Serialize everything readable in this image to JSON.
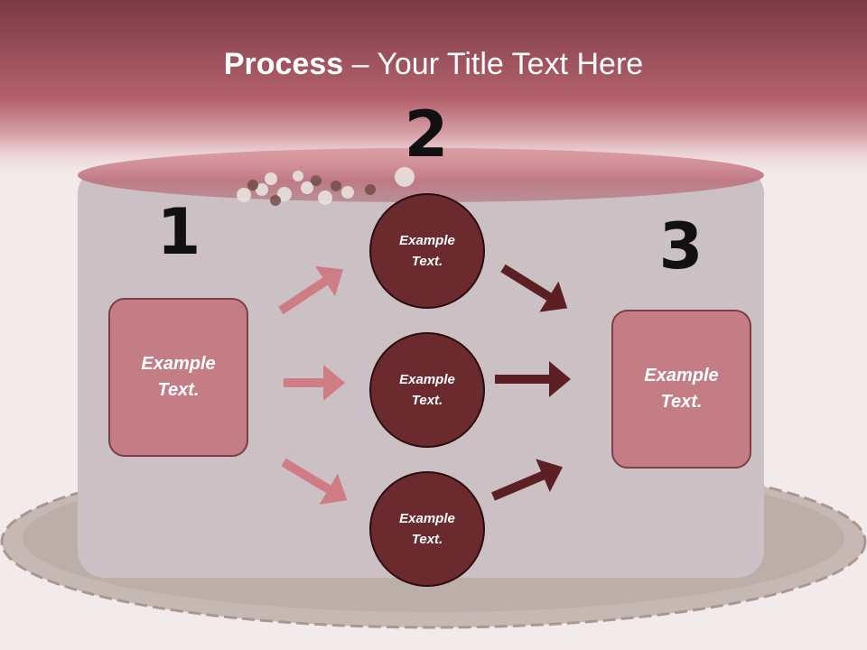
{
  "slide": {
    "title_bold": "Process",
    "title_rest": " – Your Title Text Here"
  },
  "steps": {
    "step1": {
      "number": "1",
      "text_line1": "Example",
      "text_line2": "Text."
    },
    "step2": {
      "number": "2"
    },
    "step3": {
      "number": "3",
      "text_line1": "Example",
      "text_line2": "Text."
    }
  },
  "circles": [
    {
      "text_line1": "Example",
      "text_line2": "Text."
    },
    {
      "text_line1": "Example",
      "text_line2": "Text."
    },
    {
      "text_line1": "Example",
      "text_line2": "Text."
    }
  ],
  "colors": {
    "title_band": "#b0606a",
    "box_fill": "#c57d85",
    "circle_fill": "#6a2a2e",
    "arrow_light": "#cf7c84",
    "arrow_dark": "#5c2024"
  }
}
